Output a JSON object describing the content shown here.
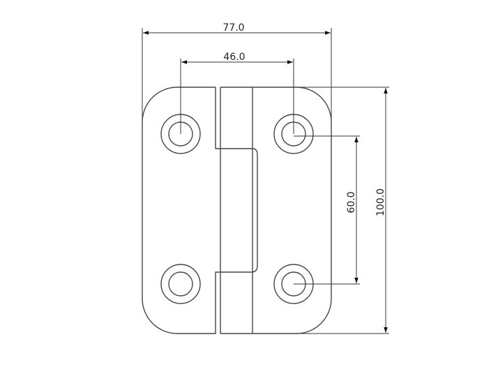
{
  "drawing": {
    "title": "Hinge plate drawing",
    "dimensions": {
      "overall_width": "77.0",
      "hole_spacing_horizontal": "46.0",
      "hole_spacing_vertical": "60.0",
      "overall_height": "100.0"
    },
    "line_color": "#444444"
  }
}
